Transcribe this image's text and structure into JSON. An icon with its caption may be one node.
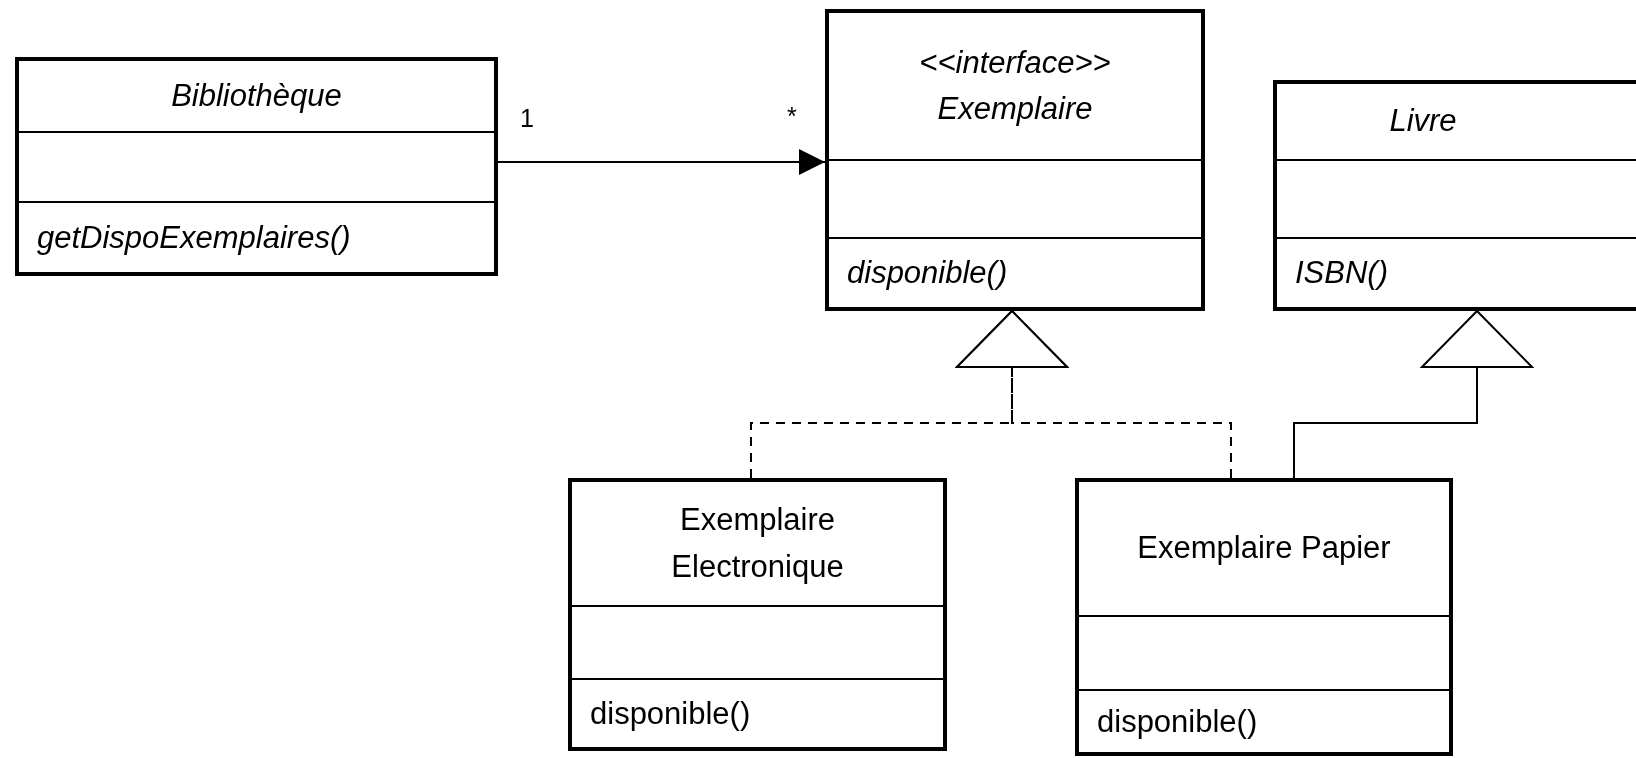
{
  "diagram": {
    "nodes": [
      {
        "text": [
          "Bibliothèque",
          "getDispoExemplaires()"
        ]
      },
      {
        "text": [
          "<<interface>>",
          "Exemplaire",
          "disponible()"
        ]
      },
      {
        "text": [
          "Livre",
          "ISBN()"
        ]
      },
      {
        "text": [
          "Exemplaire Electronique",
          "disponible()"
        ]
      },
      {
        "text": [
          "Exemplaire Papier",
          "disponible()"
        ]
      }
    ],
    "edges": [
      {
        "from": 0,
        "to": 1,
        "arrow": "to"
      },
      {
        "from": 3,
        "to": 1,
        "arrow": "to",
        "style": "dashed"
      },
      {
        "from": 4,
        "to": 1,
        "arrow": "to",
        "style": "dashed"
      },
      {
        "from": 4,
        "to": 2,
        "arrow": "to"
      }
    ],
    "labels": [
      "1",
      "*"
    ]
  }
}
